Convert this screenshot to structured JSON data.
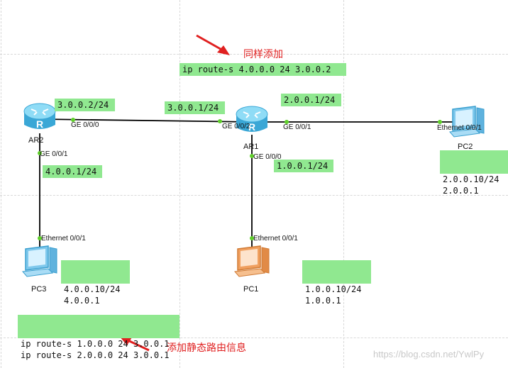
{
  "devices": {
    "ar1": {
      "name": "AR1"
    },
    "ar2": {
      "name": "AR2"
    },
    "pc1": {
      "name": "PC1"
    },
    "pc2": {
      "name": "PC2"
    },
    "pc3": {
      "name": "PC3"
    }
  },
  "ports": {
    "ar2_ge000": "GE 0/0/0",
    "ar2_ge001": "GE 0/0/1",
    "ar1_ge002": "GE 0/0/2",
    "ar1_ge001": "GE 0/0/1",
    "ar1_ge000": "GE 0/0/0",
    "pc2_eth": "Ethernet 0/0/1",
    "pc3_eth": "Ethernet 0/0/1",
    "pc1_eth": "Ethernet 0/0/1"
  },
  "addresses": {
    "ar2_ge000_ip": "3.0.0.2/24",
    "ar1_ge002_ip": "3.0.0.1/24",
    "ar1_ge001_ip": "2.0.0.1/24",
    "ar2_ge001_ip": "4.0.0.1/24",
    "ar1_ge000_ip": "1.0.0.1/24",
    "pc2_ip": "2.0.0.10/24",
    "pc2_gw": "2.0.0.1",
    "pc3_ip": "4.0.0.10/24",
    "pc3_gw": "4.0.0.1",
    "pc1_ip": "1.0.0.10/24",
    "pc1_gw": "1.0.0.1"
  },
  "routes": {
    "ar1_route": "ip route-s 4.0.0.0 24 3.0.0.2",
    "ar2_route_1": "ip route-s 1.0.0.0 24 3.0.0.1",
    "ar2_route_2": "ip route-s 2.0.0.0 24 3.0.0.1"
  },
  "notes": {
    "top": "同样添加",
    "bottom": "添加静态路由信息"
  },
  "watermark": "https://blog.csdn.net/YwlPy",
  "colors": {
    "label_bg": "#90e890",
    "note_red": "#e02020",
    "router_blue": "#5ec3ea",
    "pc_blue": "#7fc8ec",
    "pc_orange": "#f0a060",
    "link_dot": "#5fd02a"
  }
}
